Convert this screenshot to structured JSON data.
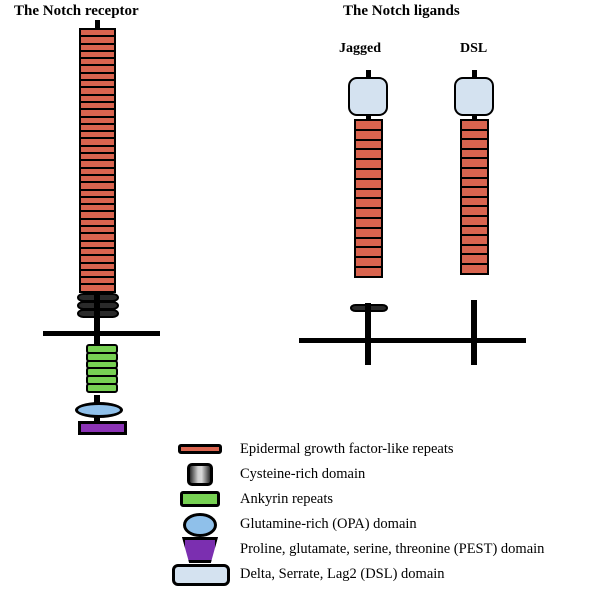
{
  "figure": {
    "titles": {
      "receptor": "The Notch receptor",
      "ligands": "The Notch ligands",
      "jagged": "Jagged",
      "dsl": "DSL"
    }
  },
  "colors": {
    "egf_repeat": "#d9644f",
    "cysteine_rich": "#2a2a2a",
    "ankyrin_repeat": "#77d153",
    "opa_domain": "#8fc0ea",
    "pest_domain": "#8b33b5",
    "dsl_domain": "#d4e2f0",
    "outline": "#000000",
    "membrane": "#000000",
    "background": "#ffffff"
  },
  "structures": {
    "notch_receptor": {
      "name": "Notch receptor",
      "egf_repeat_count": 36,
      "cysteine_rich_bar_count": 3,
      "ankyrin_repeat_count": 6,
      "has_opa_domain": true,
      "has_pest_domain": true,
      "has_dsl_domain": false
    },
    "jagged_ligand": {
      "name": "Jagged",
      "egf_repeat_count": 16,
      "cysteine_rich_bar_count": 1,
      "has_dsl_domain": true
    },
    "dsl_ligand": {
      "name": "DSL",
      "egf_repeat_count": 16,
      "cysteine_rich_bar_count": 0,
      "has_dsl_domain": true
    }
  },
  "legend": {
    "items": [
      {
        "icon": "egf-repeat-icon",
        "label": "Epidermal growth factor-like repeats"
      },
      {
        "icon": "cysteine-rich-icon",
        "label": "Cysteine-rich domain"
      },
      {
        "icon": "ankyrin-repeat-icon",
        "label": "Ankyrin repeats"
      },
      {
        "icon": "opa-domain-icon",
        "label": "Glutamine-rich (OPA) domain"
      },
      {
        "icon": "pest-domain-icon",
        "label": "Proline, glutamate, serine, threonine (PEST) domain"
      },
      {
        "icon": "dsl-domain-icon",
        "label": "Delta, Serrate, Lag2 (DSL) domain"
      }
    ]
  }
}
